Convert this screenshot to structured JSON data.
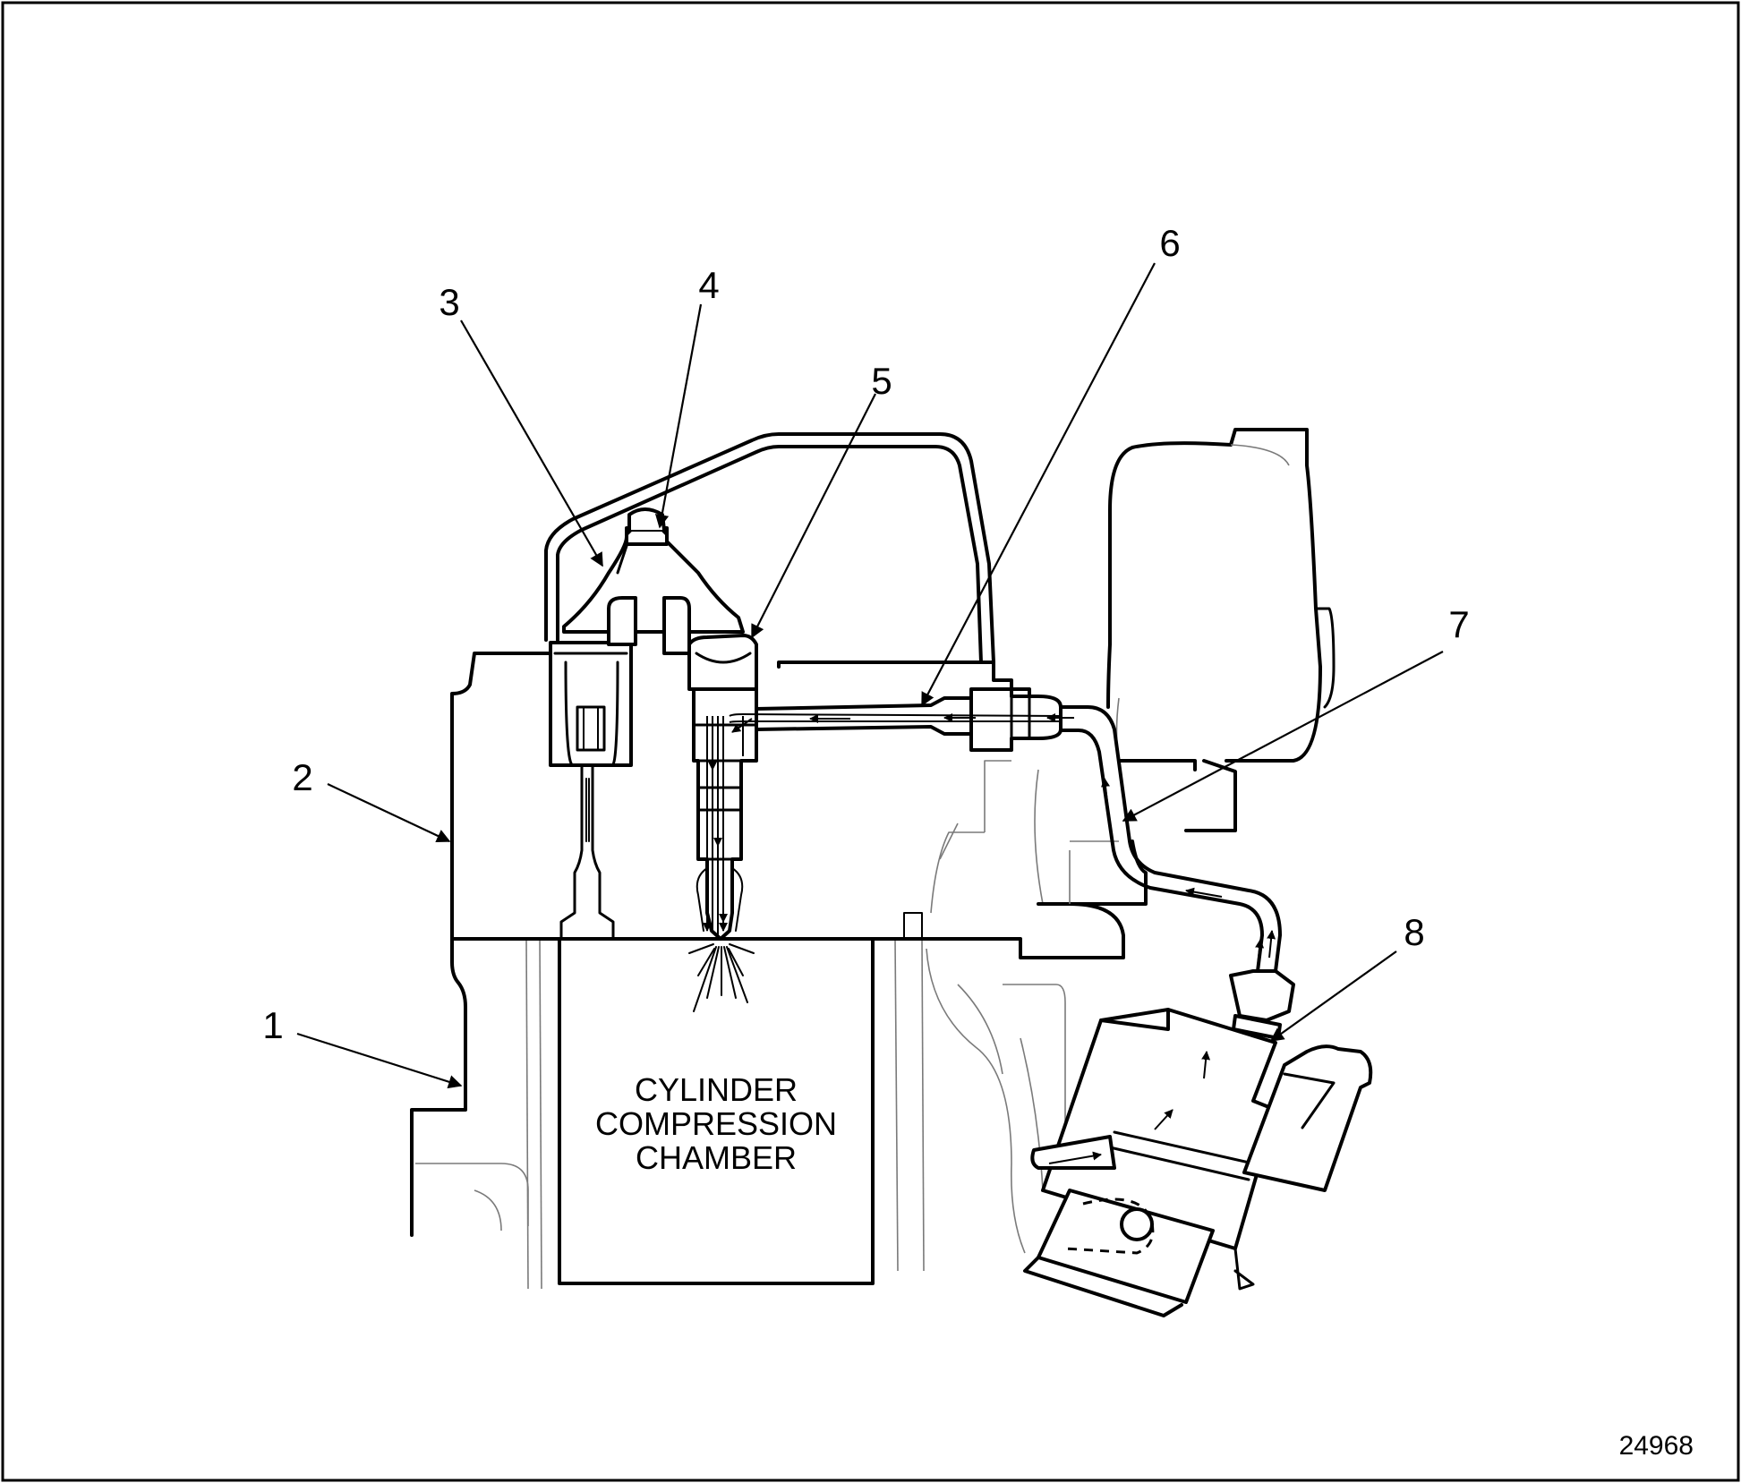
{
  "callouts": [
    {
      "id": "1",
      "label": "1"
    },
    {
      "id": "2",
      "label": "2"
    },
    {
      "id": "3",
      "label": "3"
    },
    {
      "id": "4",
      "label": "4"
    },
    {
      "id": "5",
      "label": "5"
    },
    {
      "id": "6",
      "label": "6"
    },
    {
      "id": "7",
      "label": "7"
    },
    {
      "id": "8",
      "label": "8"
    }
  ],
  "chamber_label": {
    "line1": "CYLINDER",
    "line2": "COMPRESSION",
    "line3": "CHAMBER"
  },
  "figure_id": "24968"
}
